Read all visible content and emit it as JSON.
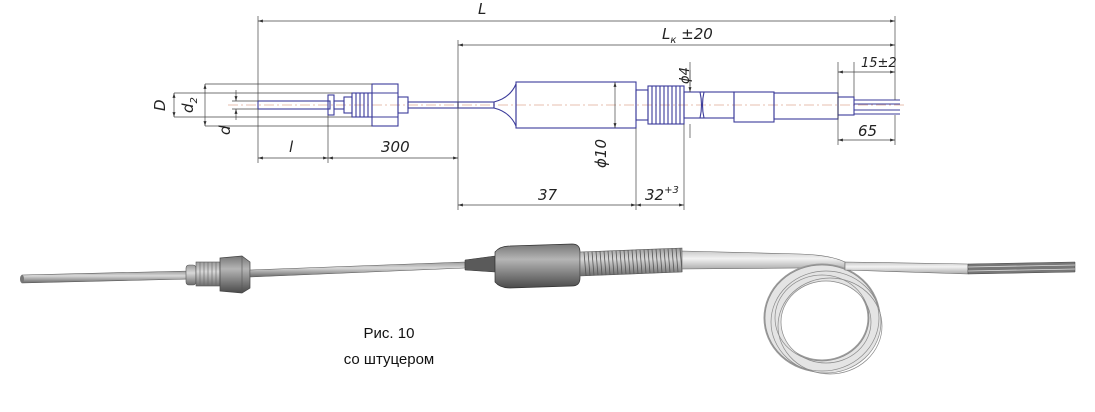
{
  "figure": {
    "caption_line1": "Рис. 10",
    "caption_line2": "со штуцером"
  },
  "dimensions": {
    "L": "L",
    "Lk_base": "L",
    "Lk_sub": "к",
    "Lk_tol": " ±20",
    "d15": "15±2",
    "D": "D",
    "d2_base": "d",
    "d2_sub": "2",
    "d": "d",
    "l": "l",
    "d300": "300",
    "phi4": "ϕ4",
    "phi10": "ϕ10",
    "d65": "65",
    "d37": "37",
    "d32_base": "32",
    "d32_sup": "+3"
  },
  "colors": {
    "outline": "#3b3b9a",
    "centerline": "#d08060",
    "dimension": "#444444"
  }
}
